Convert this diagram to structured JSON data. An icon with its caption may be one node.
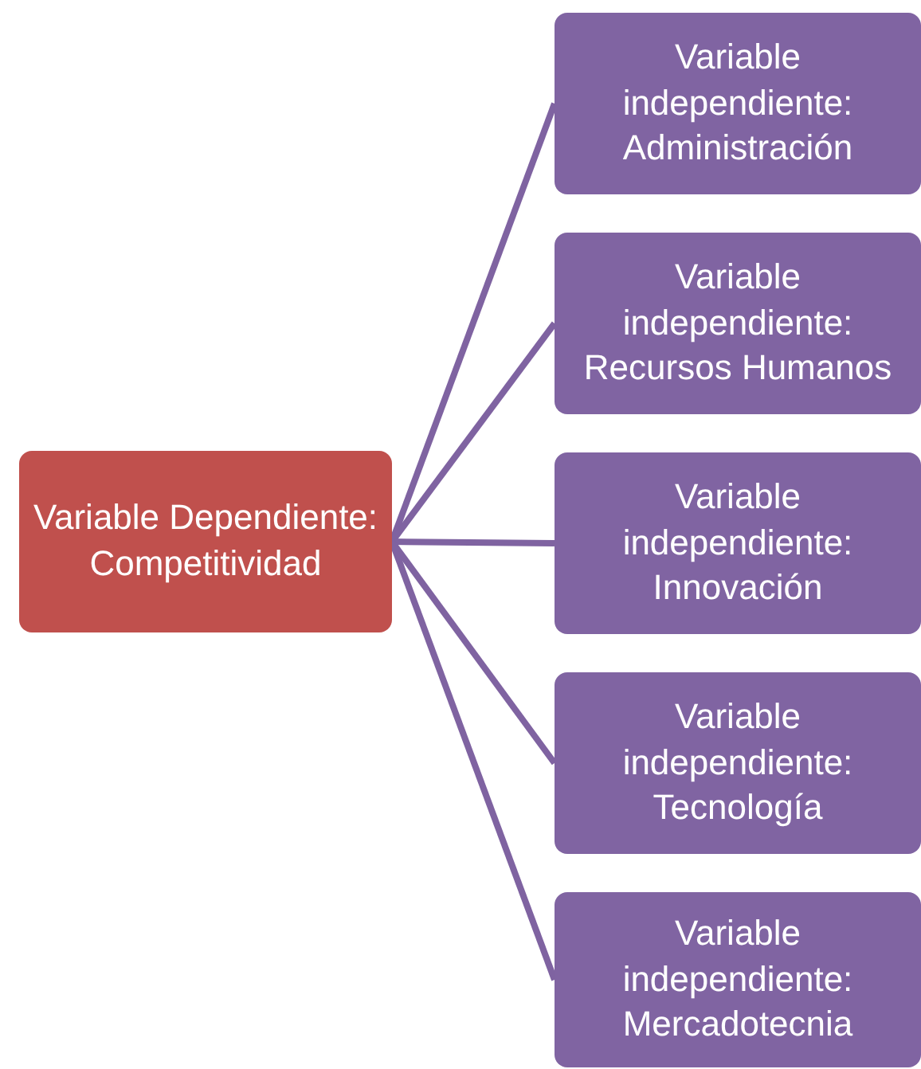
{
  "diagram": {
    "nodes": [
      {
        "text": [
          "Variable Dependiente: Competitividad"
        ]
      },
      {
        "text": [
          "Variable independiente: Administración"
        ]
      },
      {
        "text": [
          "Variable independiente: Recursos Humanos"
        ]
      },
      {
        "text": [
          "Variable independiente: Innovación"
        ]
      },
      {
        "text": [
          "Variable independiente: Tecnología"
        ]
      },
      {
        "text": [
          "Variable independiente: Mercadotecnia"
        ]
      }
    ],
    "edges": [
      {
        "from": 0,
        "to": 1,
        "arrow": "none"
      },
      {
        "from": 0,
        "to": 2,
        "arrow": "none"
      },
      {
        "from": 0,
        "to": 3,
        "arrow": "none"
      },
      {
        "from": 0,
        "to": 4,
        "arrow": "none"
      },
      {
        "from": 0,
        "to": 5,
        "arrow": "none"
      }
    ]
  }
}
